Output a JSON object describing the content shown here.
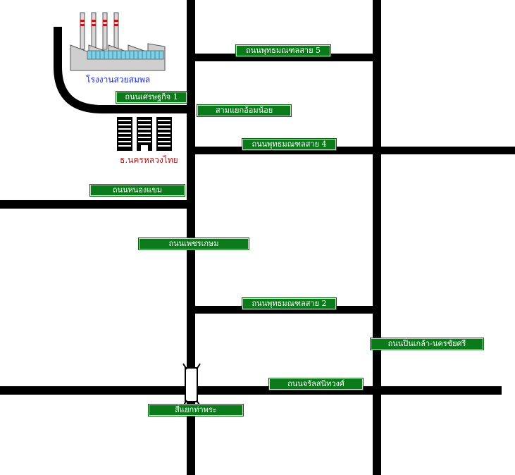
{
  "colors": {
    "road": "#000000",
    "label_bg": "#0a7a1a",
    "label_text": "#ffffff",
    "factory_text": "#1a2bd6",
    "bank_text": "#b01818"
  },
  "landmarks": {
    "factory": {
      "name": "โรงงานสวยสมพล",
      "icon": "factory-icon"
    },
    "bank": {
      "name": "ธ.นครหลวงไทย",
      "icon": "bank-building-icon"
    }
  },
  "road_labels": {
    "phutthamonthon_5": "ถนนพุทธมณฑลสาย 5",
    "setthakit_1": "ถนนเศรษฐกิจ 1",
    "sam_yaek_om_noi": "สามแยกอ้อมน้อย",
    "phutthamonthon_4": "ถนนพุทธมณฑลสาย 4",
    "nong_khaem": "ถนนหนองแขม",
    "phet_kasem": "ถนนเพชรเกษม",
    "phutthamonthon_2": "ถนนพุทธมณฑลสาย 2",
    "pinklao_nakhon_chai_si": "ถนนปิ่นเกล้า-นครชัยศรี",
    "charan_sanitwong": "ถนนจรัลสนิทวงศ์",
    "si_yaek_tha_phra": "สี่แยกท่าพระ"
  }
}
